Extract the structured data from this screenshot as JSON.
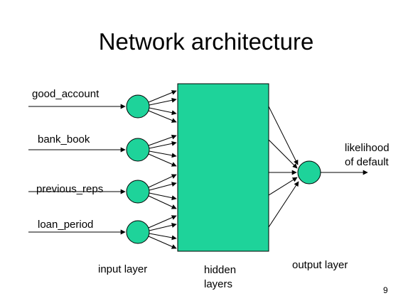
{
  "slide": {
    "title": "Network architecture",
    "page_number": "9"
  },
  "inputs": [
    {
      "label": "good_account"
    },
    {
      "label": "bank_book"
    },
    {
      "label": "previous_reps"
    },
    {
      "label": "loan_period"
    }
  ],
  "output": {
    "label_line1": "likelihood",
    "label_line2": "of default"
  },
  "layer_labels": {
    "input": "input layer",
    "hidden_line1": "hidden",
    "hidden_line2": "layers",
    "output": "output layer"
  },
  "colors": {
    "node_fill": "#1ed39a",
    "hidden_fill": "#1ed39a",
    "stroke": "#000000",
    "text": "#000000",
    "background": "#ffffff"
  }
}
